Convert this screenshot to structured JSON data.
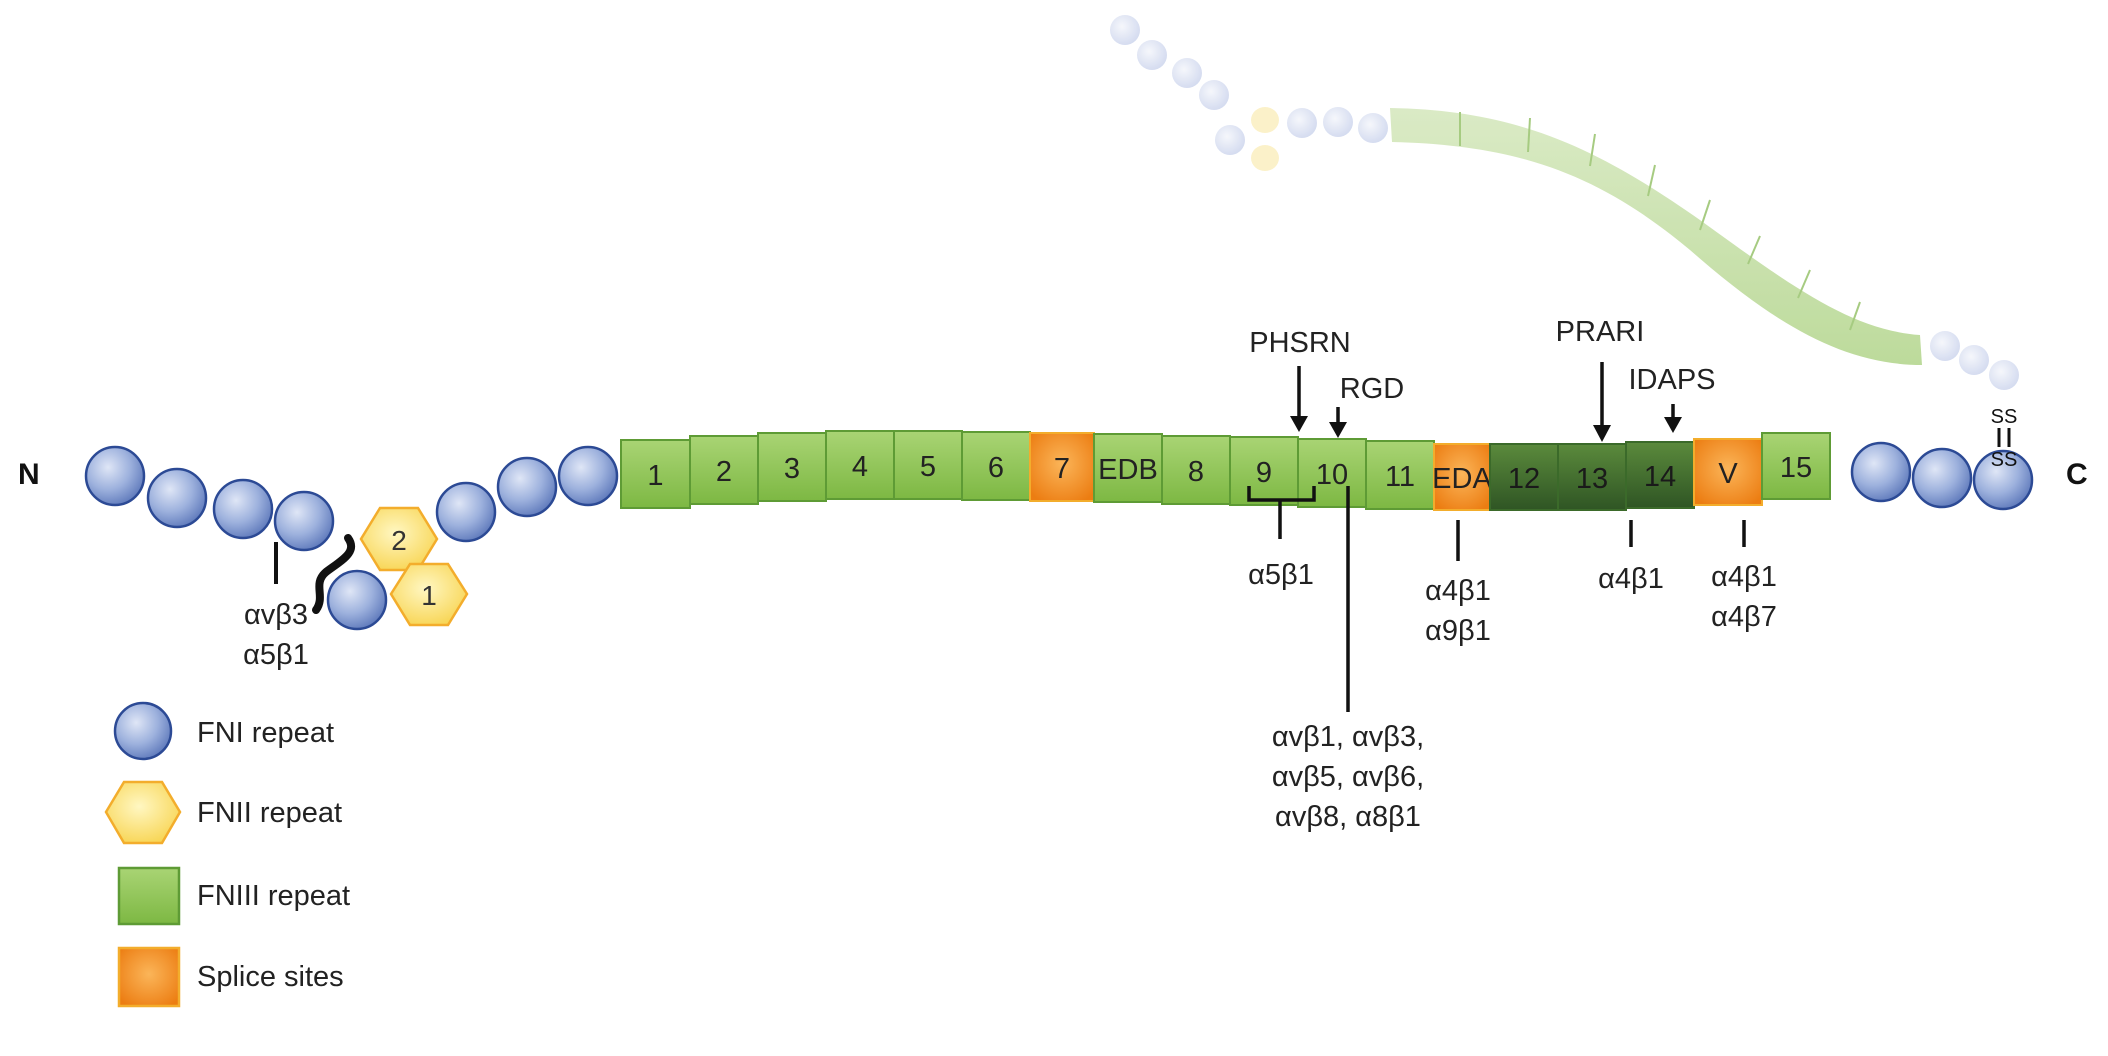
{
  "terminals": {
    "n": "N",
    "c": "C"
  },
  "fnii_labels": [
    "2",
    "1"
  ],
  "fniii_labels": [
    "1",
    "2",
    "3",
    "4",
    "5",
    "6",
    "7",
    "EDB",
    "8",
    "9",
    "10",
    "11",
    "EDA",
    "12",
    "13",
    "14",
    "V",
    "15"
  ],
  "sequence_labels": {
    "phsrn": "PHSRN",
    "rgd": "RGD",
    "prari": "PRARI",
    "idaps": "IDAPS"
  },
  "disulfide": {
    "top": "SS",
    "bottom": "SS"
  },
  "integrins": {
    "fni_site": [
      "αvβ3",
      "α5β1"
    ],
    "synergy": "α5β1",
    "rgd": [
      "αvβ1, αvβ3,",
      "αvβ5, αvβ6,",
      "αvβ8, α8β1"
    ],
    "eda": [
      "α4β1",
      "α9β1"
    ],
    "fn14": "α4β1",
    "v_region": [
      "α4β1",
      "α4β7"
    ]
  },
  "legend": [
    {
      "label": "FNI repeat"
    },
    {
      "label": "FNII repeat"
    },
    {
      "label": "FNIII repeat"
    },
    {
      "label": "Splice sites"
    }
  ],
  "colors": {
    "fni": "#3a5aa8",
    "fnii": "#f5c52b",
    "fniii": "#8dc14f",
    "fniii_dark": "#3e6b2e",
    "splice": "#f08a1c",
    "stroke_green": "#5e9b35"
  }
}
